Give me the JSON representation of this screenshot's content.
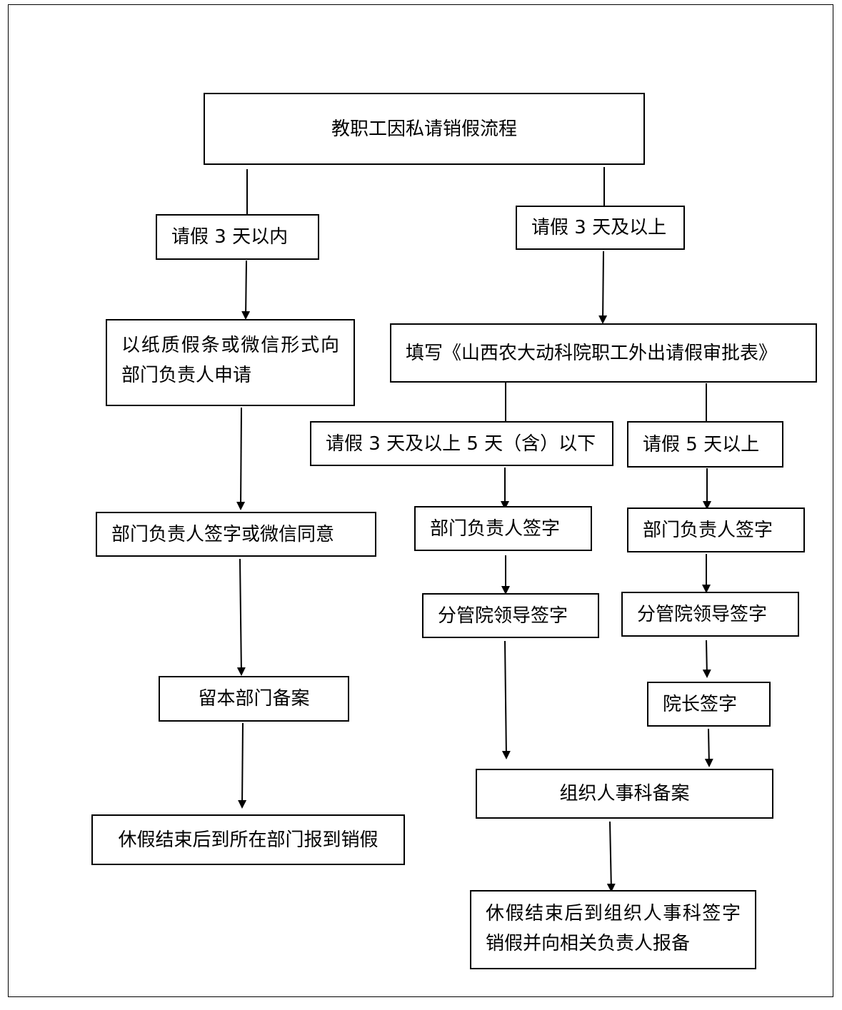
{
  "title": "教职工因私请销假流程",
  "branches": {
    "short_leave": "请假 3 天以内",
    "long_leave": "请假 3 天及以上"
  },
  "left_flow": {
    "apply": "以纸质假条或微信形式向部门负责人申请",
    "approve": "部门负责人签字或微信同意",
    "file": "留本部门备案",
    "return": "休假结束后到所在部门报到销假"
  },
  "right_flow": {
    "form": "填写《山西农大动科院职工外出请假审批表》",
    "mid_range": "请假 3 天及以上 5 天（含）以下",
    "over_five": "请假 5 天以上",
    "mid_dept_sign": "部门负责人签字",
    "mid_leader_sign": "分管院领导签字",
    "over_dept_sign": "部门负责人签字",
    "over_leader_sign": "分管院领导签字",
    "dean_sign": "院长签字",
    "hr_file": "组织人事科备案",
    "hr_return": "休假结束后到组织人事科签字销假并向相关负责人报备"
  }
}
